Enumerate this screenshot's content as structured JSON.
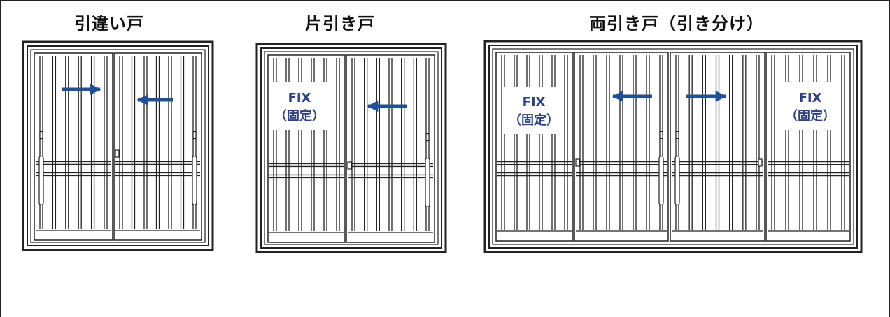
{
  "diagrams": [
    {
      "title": "引違い戸"
    },
    {
      "title": "片引き戸",
      "fix_label": "FIX",
      "fix_sub": "（固定）"
    },
    {
      "title": "両引き戸（引き分け）",
      "fix_label": "FIX",
      "fix_sub": "（固定）"
    }
  ],
  "colors": {
    "line": "#222222",
    "arrow": "#1f4e9a",
    "fix_text": "#2b3f8f"
  }
}
